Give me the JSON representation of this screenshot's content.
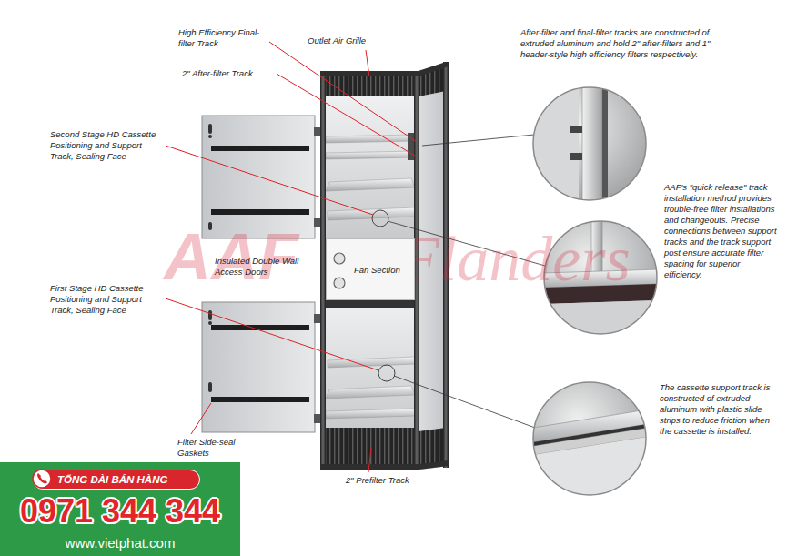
{
  "diagram": {
    "nodes": [
      {
        "text": [
          "Fan Section"
        ]
      },
      {
        "text": [
          "0971 344 344",
          "www.vietphat.com"
        ]
      },
      {
        "text": [
          "TỔNG ĐÀI BÁN HÀNG"
        ],
        "in": 1
      }
    ],
    "labels": [
      "High Efficiency Final-filter Track",
      "Outlet Air Grille",
      "2\" After-filter Track",
      "Second Stage HD Cassette Positioning and Support Track, Sealing Face",
      "Insulated Double Wall Access Doors",
      "First Stage HD Cassette Positioning and Support Track, Sealing Face",
      "Filter Side-seal Gaskets",
      "2\" Prefilter Track",
      "After-filter and final-filter tracks are constructed of extruded aluminum and hold 2\" after-filters and 1\" header-style high efficiency filters respectively.",
      "AAF's \"quick release\" track installation method provides trouble-free filter installations and changeouts. Precise connections between support tracks and the track support post ensure accurate filter spacing for superior efficiency.",
      "The cassette support track is constructed of extruded aluminum with plastic slide strips to reduce friction when the cassette is installed.",
      "AAF",
      "Flanders"
    ]
  }
}
